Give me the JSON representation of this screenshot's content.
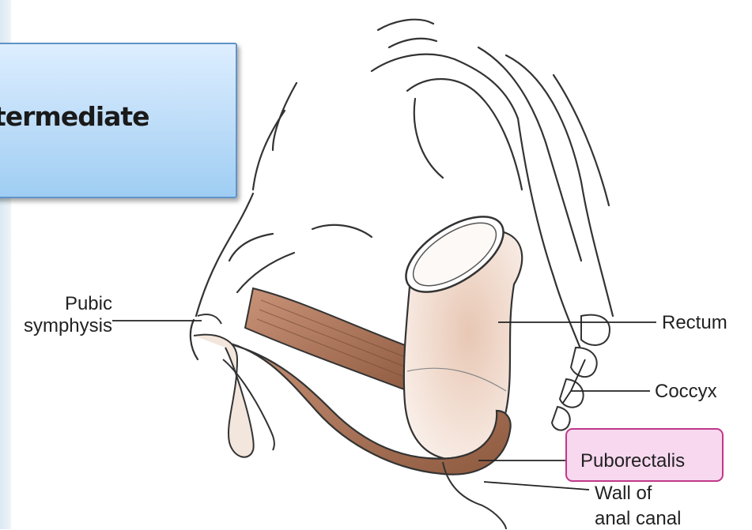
{
  "slide": {
    "title_fragment": "termediate"
  },
  "labels": {
    "pubic_symphysis": [
      "Pubic",
      "symphysis"
    ],
    "rectum": "Rectum",
    "coccyx": "Coccyx",
    "puborectalis": "Puborectalis",
    "wall_of_anal_canal": [
      "Wall of",
      "anal canal"
    ]
  },
  "colors": {
    "highlight_fill": "#f7d8ef",
    "highlight_border": "#c0388a",
    "title_box_fill": "#bcdcf8",
    "muscle": "#b07a5c"
  }
}
